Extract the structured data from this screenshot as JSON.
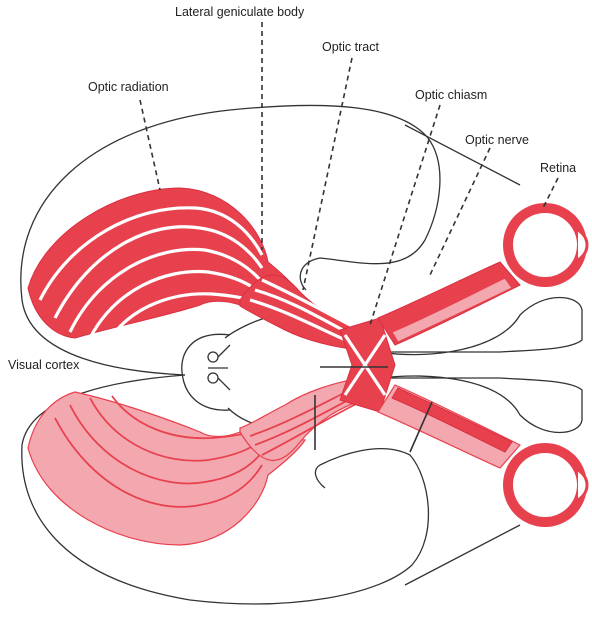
{
  "labels": {
    "lateral_geniculate_body": "Lateral geniculate body",
    "optic_tract": "Optic tract",
    "optic_radiation": "Optic radiation",
    "optic_chiasm": "Optic chiasm",
    "optic_nerve": "Optic nerve",
    "retina": "Retina",
    "visual_cortex": "Visual cortex"
  },
  "colors": {
    "pathway_dark": "#e8414e",
    "pathway_light": "#f3a8b0",
    "outline": "#333333"
  }
}
